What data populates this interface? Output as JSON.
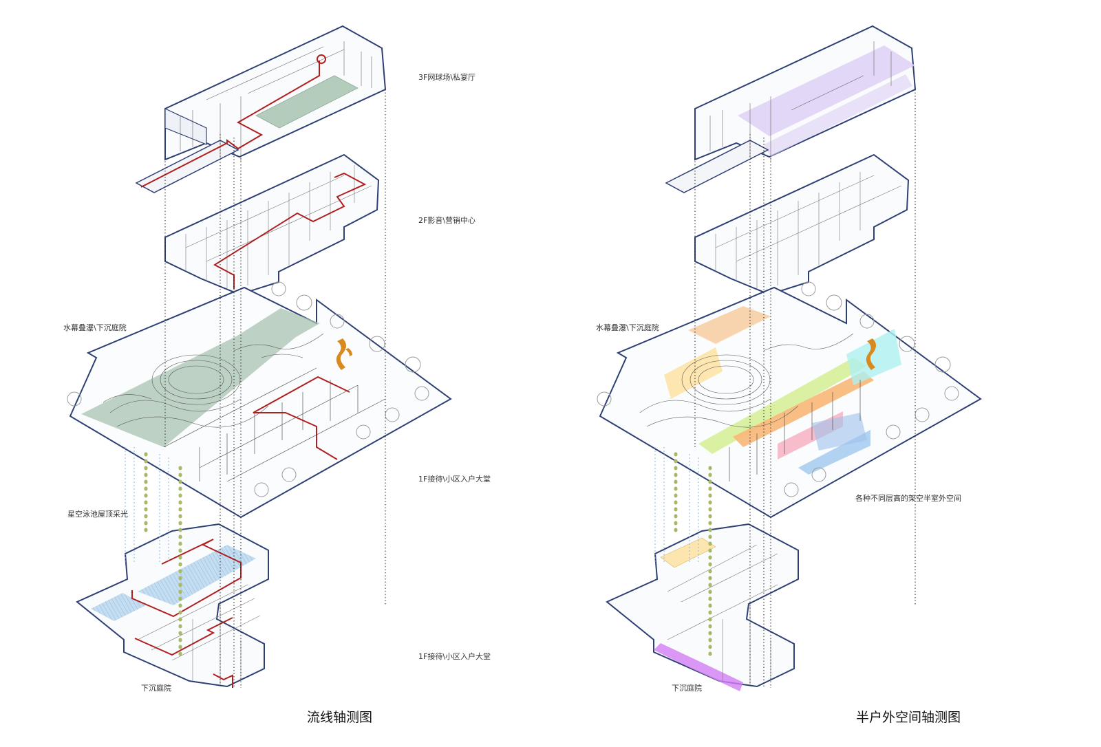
{
  "left_diagram": {
    "caption": "流线轴测图",
    "labels": {
      "f3": "3F网球场\\私宴厅",
      "f2": "2F影音\\营销中心",
      "f1": "1F接待\\小区入户大堂",
      "water": "水幕叠瀑\\下沉庭院",
      "pool": "星空泳池屋顶采光",
      "b1": "1F接待\\小区入户大堂",
      "sunken": "下沉庭院"
    }
  },
  "right_diagram": {
    "caption": "半户外空间轴测图",
    "labels": {
      "water": "水幕叠瀑\\下沉庭院",
      "spaces": "各种不同层高的架空半室外空间",
      "sunken": "下沉庭院"
    }
  },
  "colors": {
    "outline": "#2e3f73",
    "route": "#b11e1e",
    "green_fill": "#a8c4b0",
    "purple_fill": "#ddd0f5",
    "pool": "#9cc5e6",
    "tree": "#9a9a9a",
    "dots_green": "#a8b86a",
    "dots_blue": "#86b7e6",
    "sculpture": "#d98a1e"
  }
}
